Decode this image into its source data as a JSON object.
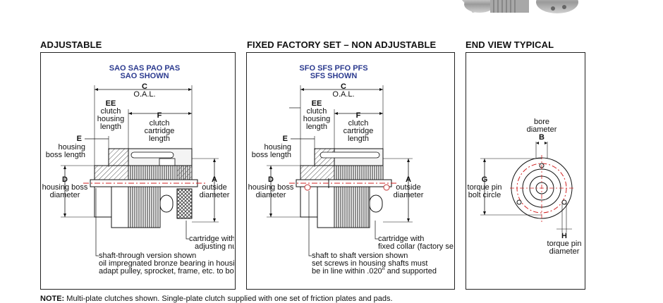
{
  "sections": {
    "adjustable": {
      "title": "ADJUSTABLE",
      "models": "SAO  SAS  PAO  PAS",
      "shown": "SAO SHOWN",
      "dim_c": "C",
      "dim_c_label": "O.A.L.",
      "dim_ee": "EE",
      "dim_ee_label": [
        "clutch",
        "housing",
        "length"
      ],
      "dim_f": "F",
      "dim_f_label": [
        "clutch",
        "cartridge",
        "length"
      ],
      "dim_e": "E",
      "dim_e_label": [
        "housing",
        "boss length"
      ],
      "dim_d": "D",
      "dim_d_label": [
        "housing boss",
        "diameter"
      ],
      "dim_a": "A",
      "dim_a_label": [
        "outside",
        "diameter"
      ],
      "callout_cartridge": [
        "cartridge with",
        "adjusting nut"
      ],
      "callout_shaft": [
        "shaft-through version shown",
        "oil impregnated bronze bearing in housing",
        "adapt pulley, sprocket, frame, etc. to boss"
      ]
    },
    "fixed": {
      "title": "FIXED FACTORY SET – NON ADJUSTABLE",
      "models": "SFO  SFS  PFO  PFS",
      "shown": "SFS SHOWN",
      "dim_c": "C",
      "dim_c_label": "O.A.L.",
      "dim_ee": "EE",
      "dim_ee_label": [
        "clutch",
        "housing",
        "length"
      ],
      "dim_f": "F",
      "dim_f_label": [
        "clutch",
        "cartridge",
        "length"
      ],
      "dim_e": "E",
      "dim_e_label": [
        "housing",
        "boss length"
      ],
      "dim_d": "D",
      "dim_d_label": [
        "housing boss",
        "diameter"
      ],
      "dim_a": "A",
      "dim_a_label": [
        "outside",
        "diameter"
      ],
      "callout_cartridge": [
        "cartridge with",
        "fixed collar (factory set)"
      ],
      "callout_shaft": [
        "shaft to shaft version shown",
        "set screws in housing shafts must",
        "be in line within .020\" and supported"
      ]
    },
    "endview": {
      "title": "END VIEW TYPICAL",
      "bore_label": "bore",
      "bore_label2": "diameter",
      "dim_b": "B",
      "dim_g": "G",
      "dim_g_label": [
        "torque pin",
        "bolt circle"
      ],
      "dim_h": "H",
      "dim_h_label": [
        "torque pin",
        "diameter"
      ]
    }
  },
  "note": {
    "label": "NOTE:",
    "text": "Multi-plate clutches shown. Single-plate clutch supplied with one set of friction plates and pads."
  },
  "colors": {
    "model_text": "#2b3a8f",
    "centerline": "#d02020",
    "panel_border": "#222222"
  }
}
